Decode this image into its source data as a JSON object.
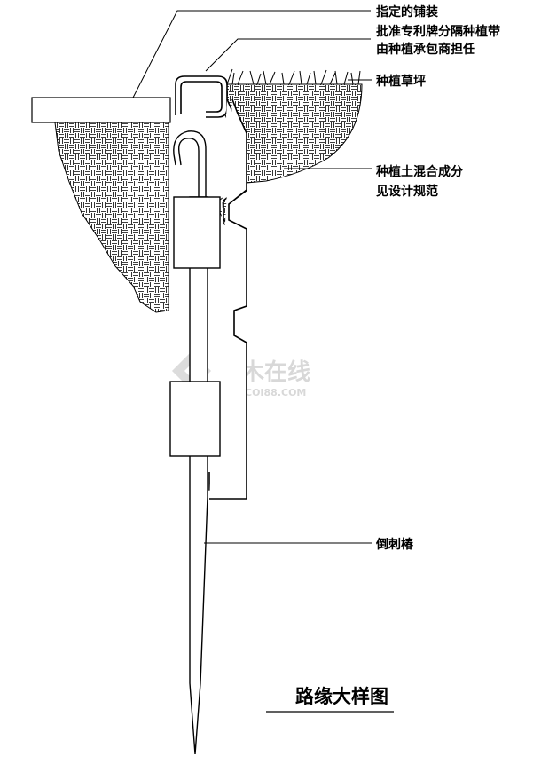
{
  "labels": {
    "paving": "指定的铺装",
    "strip_line1": "批准专利牌分隔种植带",
    "strip_line2": "由种植承包商担任",
    "lawn": "种植草坪",
    "soil_line1": "种植土混合成分",
    "soil_line2": "见设计规范",
    "barb_stake": "倒刺椿"
  },
  "title": "路缘大样图",
  "watermark": {
    "main": "土木在线",
    "sub": "COI88.COM"
  },
  "colors": {
    "line": "#000000",
    "watermark": "#d8d8d8",
    "background": "#ffffff"
  }
}
